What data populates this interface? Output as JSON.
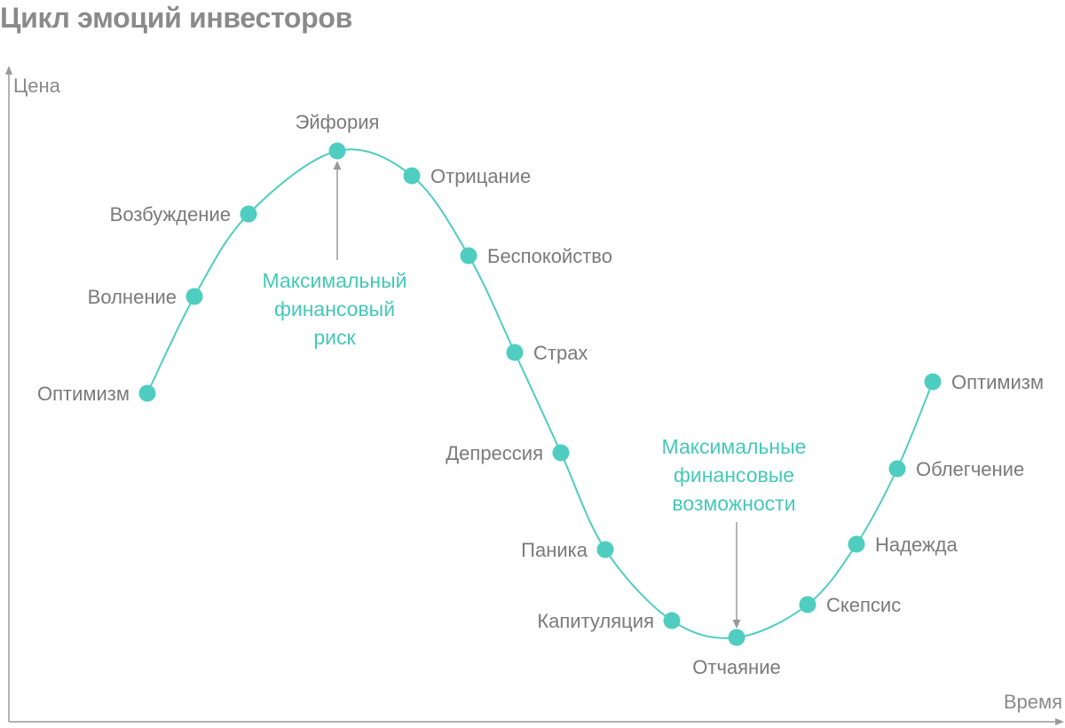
{
  "title": "Цикл эмоций инвесторов",
  "axes": {
    "y_label": "Цена",
    "x_label": "Время"
  },
  "colors": {
    "accent": "#4ecdc0",
    "curve": "#4ecdc0",
    "axis": "#9a9a9a",
    "label": "#7a7a7a",
    "title": "#8a8a8a",
    "annotation": "#45c8b8"
  },
  "stages": [
    {
      "label": "Оптимизм"
    },
    {
      "label": "Волнение"
    },
    {
      "label": "Возбуждение"
    },
    {
      "label": "Эйфория"
    },
    {
      "label": "Отрицание"
    },
    {
      "label": "Беспокойство"
    },
    {
      "label": "Страх"
    },
    {
      "label": "Депрессия"
    },
    {
      "label": "Паника"
    },
    {
      "label": "Капитуляция"
    },
    {
      "label": "Отчаяние"
    },
    {
      "label": "Скепсис"
    },
    {
      "label": "Надежда"
    },
    {
      "label": "Облегчение"
    },
    {
      "label": "Оптимизм"
    }
  ],
  "annotations": {
    "max_risk": {
      "lines": [
        "Максимальный",
        "финансовый",
        "риск"
      ]
    },
    "max_opportunity": {
      "lines": [
        "Максимальные",
        "финансовые",
        "возможности"
      ]
    }
  }
}
